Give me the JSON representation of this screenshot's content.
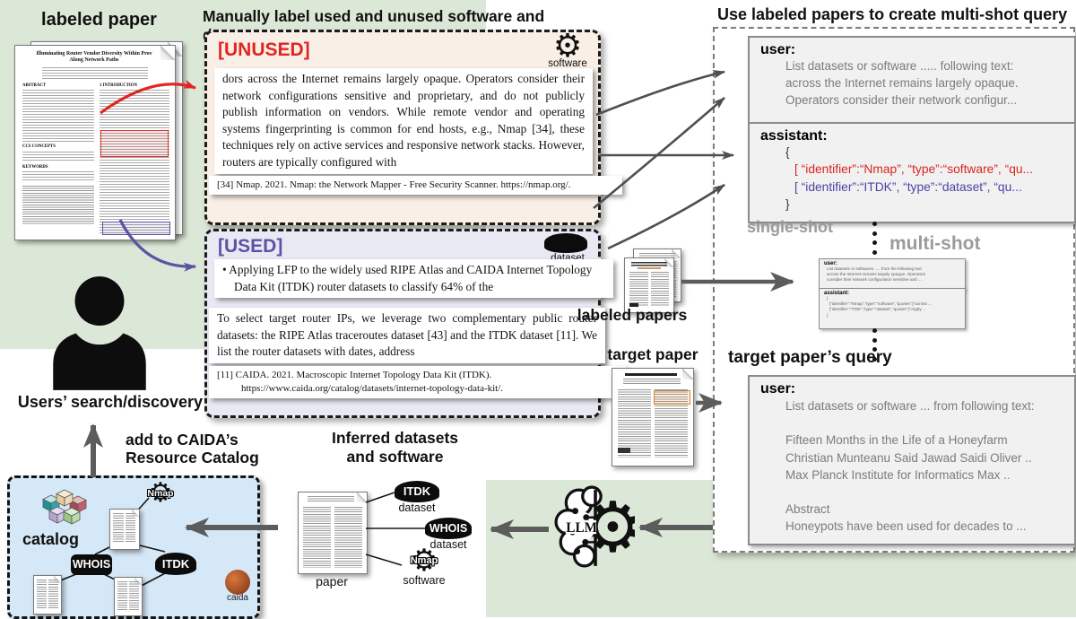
{
  "icons": {
    "gear": "⚙"
  },
  "colors": {
    "green_bg": "#dce8d7",
    "catalog_blue": "#d5e8f7",
    "unused_bg": "#f9efe6",
    "used_bg": "#e9e9f4",
    "red": "#df2722",
    "purple": "#5a53a4",
    "gray_label": "#9b9b9b"
  },
  "labeled_paper": {
    "heading": "labeled paper",
    "paper_title_line1": "Illuminating Router Vendor Diversity Within Prov",
    "paper_title_line2": "Along Network Paths",
    "section_abstract": "ABSTRACT",
    "section_intro": "1   INTRODUCTION",
    "section_ccs": "CCS CONCEPTS",
    "section_keywords": "KEYWORDS"
  },
  "manual_label": {
    "heading": "Manually label used and unused software and datasets.",
    "unused": {
      "tag": "[UNUSED]",
      "icon_caption": "software",
      "excerpt": "dors across the Internet remains largely opaque. Operators consider their network configurations sensitive and proprietary, and do not publicly publish information on vendors. While remote vendor and operating systems fingerprinting is common for end hosts, e.g., Nmap [34], these techniques rely on active services and responsive network stacks. However, routers are typically configured with",
      "reference": "[34]  Nmap. 2021. Nmap: the Network Mapper - Free Security Scanner. https://nmap.org/."
    },
    "used": {
      "tag": "[USED]",
      "icon_caption": "dataset",
      "bullet_marker": "•",
      "bullet": "Applying LFP to the widely used RIPE Atlas and CAIDA Internet Topology Data Kit (ITDK) router datasets to classify 64% of the",
      "excerpt": "To select target router IPs, we leverage two complementary public router datasets: the RIPE Atlas traceroutes dataset [43] and the ITDK dataset [11]. We list the router datasets with dates, address",
      "reference": "[11]  CAIDA. 2021. Macroscopic Internet Topology Data Kit (ITDK). https://www.caida.org/catalog/datasets/internet-topology-data-kit/."
    }
  },
  "query_panel": {
    "heading": "Use labeled papers to create multi-shot query",
    "user_box": {
      "role": "user:",
      "lines": [
        "List datasets or software ..... following text:",
        "across the Internet remains largely opaque.",
        "Operators consider their network configur..."
      ]
    },
    "assistant_box": {
      "role": "assistant:",
      "open": "{",
      "red_line": "[ “identifier”:“Nmap”, “type”:“software”, “qu...",
      "blue_line": "[ “identifier”:“ITDK”, “type”:“dataset”, “qu...",
      "close": "}"
    },
    "single_shot": "single-shot",
    "multi_shot": "multi-shot",
    "mini_user": {
      "role": "user:",
      "lines": [
        "List datasets or softwares ..... from the following text",
        "across the Internet remains largely opaque. Operators",
        "consider thier network configuration sensitive and ...."
      ]
    },
    "mini_assistant": {
      "role": "assistant:",
      "lines": [
        "{",
        "[“identifier”:“Nmap”,“type”:“software”,“quotes”:[“across ...",
        "[“identifier”:“ITDK”,“type”:“dataset”,“quotes”:[“Apply ...",
        "}"
      ]
    },
    "target_heading": "target paper’s query",
    "target_box": {
      "role": "user:",
      "lines": [
        "List datasets or software ... from following text:",
        "",
        "Fifteen Months in the Life of a Honeyfarm",
        "Christian Munteanu Said Jawad Saidi Oliver ..",
        "Max Planck Institute for Informatics Max ..",
        "",
        "Abstract",
        "Honeypots have been used for decades to ..."
      ]
    }
  },
  "middle": {
    "labeled_papers": "labeled papers",
    "target_paper": "target paper"
  },
  "bottom": {
    "users_label": "Users’ search/discovery",
    "add_line1": "add to CAIDA’s",
    "add_line2": "Resource Catalog",
    "catalog": {
      "label": "catalog",
      "nmap": "Nmap",
      "whois": "WHOIS",
      "itdk": "ITDK",
      "caida": "caida"
    },
    "inferred": {
      "title_line1": "Inferred datasets",
      "title_line2": "and software",
      "paper": "paper",
      "itdk": "ITDK",
      "itdk_type": "dataset",
      "whois": "WHOIS",
      "whois_type": "dataset",
      "nmap": "Nmap",
      "nmap_type": "software"
    },
    "llm": "LLM"
  }
}
